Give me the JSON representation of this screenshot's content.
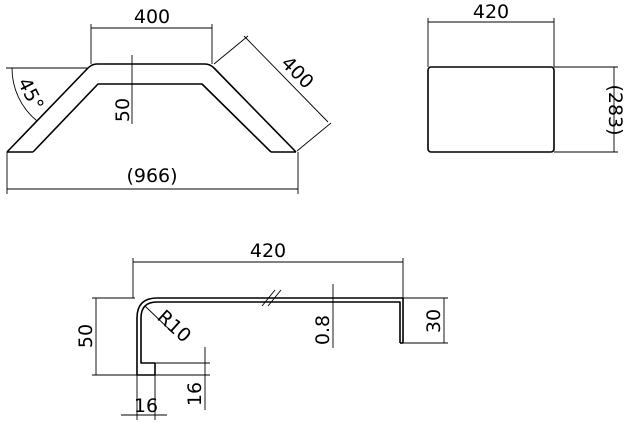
{
  "front_view": {
    "top_width": "400",
    "slant_length": "400",
    "bend_angle": "45°",
    "height": "50",
    "overall_width": "(966)"
  },
  "top_view": {
    "width": "420",
    "depth": "(283)"
  },
  "section_view": {
    "length": "420",
    "height": "50",
    "return_height": "30",
    "inner_radius": "R10",
    "thickness": "0.8",
    "lip_width": "16",
    "lip_height": "16"
  }
}
